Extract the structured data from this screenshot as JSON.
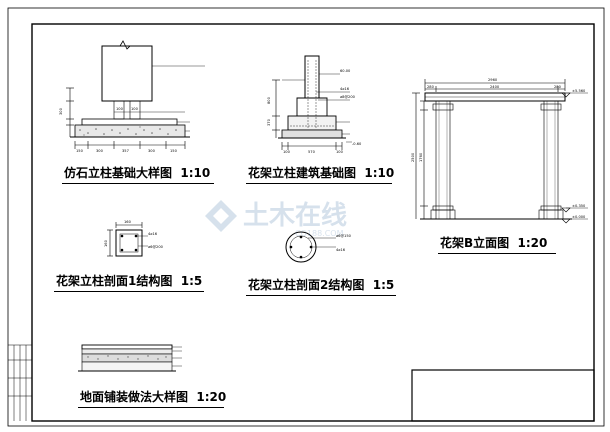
{
  "titles": {
    "d1": "仿石立柱基础大样图",
    "d1_scale": "1:10",
    "d2": "花架立柱建筑基础图",
    "d2_scale": "1:10",
    "d3": "花架B立面图",
    "d3_scale": "1:20",
    "d4": "花架立柱剖面1结构图",
    "d4_scale": "1:5",
    "d5": "花架立柱剖面2结构图",
    "d5_scale": "1:5",
    "d6": "地面铺装做法大样图",
    "d6_scale": "1:20"
  },
  "dims": {
    "d1_bottom": [
      "150",
      "300",
      "357",
      "300",
      "150"
    ],
    "d1_left": "300",
    "d1_mid": [
      "100",
      "100"
    ],
    "d2_top": "60.00",
    "d2_bottom": [
      "100",
      "570",
      "100"
    ],
    "d2_left": [
      "800",
      "370"
    ],
    "d2_elev": "-0.60",
    "d2_rebar": [
      "4⌀16",
      "⌀8@200"
    ],
    "d3_top_total": "2960",
    "d3_top_parts": [
      "280",
      "2400",
      "280"
    ],
    "d3_elev_top": "±5.560",
    "d3_elev_mid": "±0.350",
    "d3_elev_bot": "±0.000",
    "d3_height": "2500",
    "d3_side": "1760",
    "d4_width": "160",
    "d4_side": "160",
    "d4_rebar": [
      "4⌀16",
      "⌀6@200"
    ],
    "d5_rebar": [
      "⌀6@150",
      "4⌀16"
    ]
  },
  "wm_text": "土木在线",
  "wm_url": "CO188.COM"
}
